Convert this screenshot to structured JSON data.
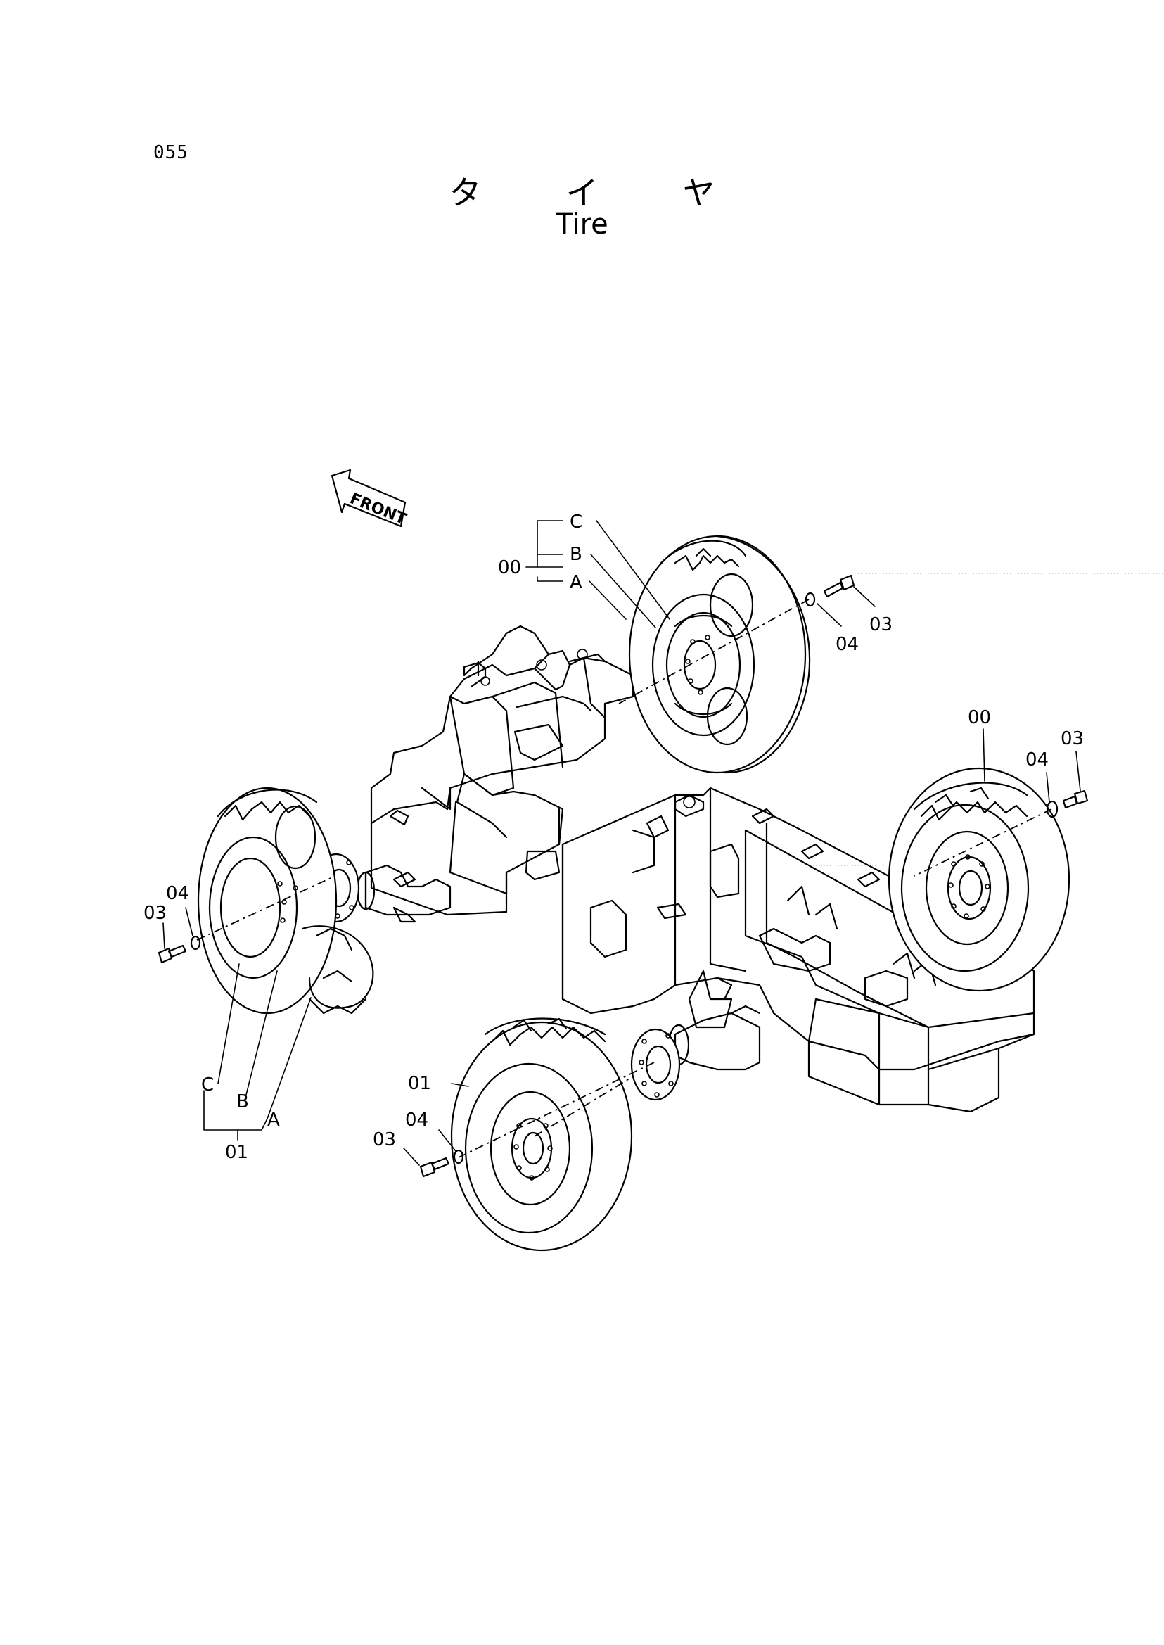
{
  "page": {
    "number": "055"
  },
  "title": {
    "jp": [
      "タ",
      "イ",
      "ヤ"
    ],
    "en": "Tire"
  },
  "direction": {
    "label": "FRONT"
  },
  "callouts": {
    "upper_tire": {
      "assembly": "00",
      "parts": [
        "C",
        "B",
        "A"
      ]
    },
    "upper_washer": "04",
    "upper_bolt": "03",
    "right_tire": "00",
    "right_washer": "04",
    "right_bolt": "03",
    "left_washer": "04",
    "left_bolt": "03",
    "left_tire": {
      "assembly": "01",
      "parts": [
        "C",
        "B",
        "A"
      ]
    },
    "lower_tire": "01",
    "lower_washer": "04",
    "lower_bolt": "03"
  }
}
